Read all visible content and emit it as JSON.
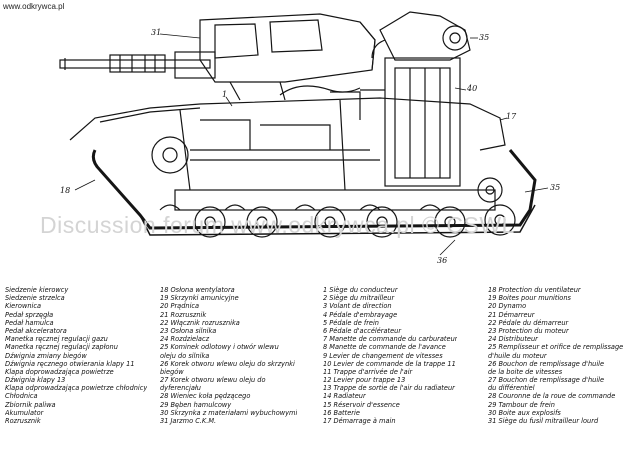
{
  "site_label": "www.odkrywca.pl",
  "watermark": "Discussion forum www.odkrywca.pl © CSWL",
  "callouts": {
    "c31": "31",
    "c35a": "35",
    "c40": "40",
    "c1": "1",
    "c17": "17",
    "c18": "18",
    "c35b": "35",
    "c36": "36"
  },
  "legend": {
    "polish_1": [
      "Siedzenie kierowcy",
      "Siedzenie strzelca",
      "Kierownica",
      "Pedał sprzęgła",
      "Pedał hamulca",
      "Pedał akceleratora",
      "Manetka ręcznej regulacji gazu",
      "Manetka ręcznej regulacji zapłonu",
      "Dźwignia zmiany biegów",
      "Dźwignia ręcznego otwierania klapy 11",
      "Klapa doprowadzająca powietrze",
      "Dźwignia klapy 13",
      "Klapa odprowadzająca powietrze chłodnicy",
      "Chłodnica",
      "Zbiornik paliwa",
      "Akumulator",
      "Rozrusznik"
    ],
    "polish_2": [
      "18 Osłona wentylatora",
      "19 Skrzynki amunicyjne",
      "20 Prądnica",
      "21 Rozrusznik",
      "22 Włącznik rozrusznika",
      "23 Osłona silnika",
      "24 Rozdzielacz",
      "25 Kominek odlotowy i otwór wlewu",
      "    oleju do silnika",
      "26 Korek otworu wlewu oleju do skrzynki",
      "    biegów",
      "27 Korek otworu wlewu oleju do",
      "    dyferencjału",
      "28 Wieniec koła pędzącego",
      "29 Bęben hamulcowy",
      "30 Skrzynka z materiałami wybuchowymi",
      "31 Jarzmo C.K.M."
    ],
    "french_1": [
      "1  Siège du conducteur",
      "2  Siège du mitrailleur",
      "3  Volant de direction",
      "4  Pédale d'embrayage",
      "5  Pédale de frein",
      "6  Pédale d'accélérateur",
      "7  Manette de commande du carburateur",
      "8  Manette de commande de l'avance",
      "9  Levier de changement de vitesses",
      "10 Levier de commande de la trappe 11",
      "11 Trappe d'arrivée de l'air",
      "12 Levier pour trappe 13",
      "13 Trappe de sortie de l'air du radiateur",
      "14 Radiateur",
      "15 Réservoir d'essence",
      "16 Batterie",
      "17 Démarrage à main"
    ],
    "french_2": [
      "18 Protection du ventilateur",
      "19 Boites pour munitions",
      "20 Dynamo",
      "21 Démarreur",
      "22 Pédale du démarreur",
      "23 Protection du moteur",
      "24 Distributeur",
      "25 Remplisseur et orifice de remplissage",
      "    d'huile du moteur",
      "26 Bouchon de remplissage d'huile",
      "    de la boite de vitesses",
      "27 Bouchon de remplissage d'huile",
      "    du différentiel",
      "28 Couronne de la roue de commande",
      "29 Tambour de frein",
      "30 Boite aux explosifs",
      "31 Siège du fusil mitrailleur lourd"
    ]
  }
}
